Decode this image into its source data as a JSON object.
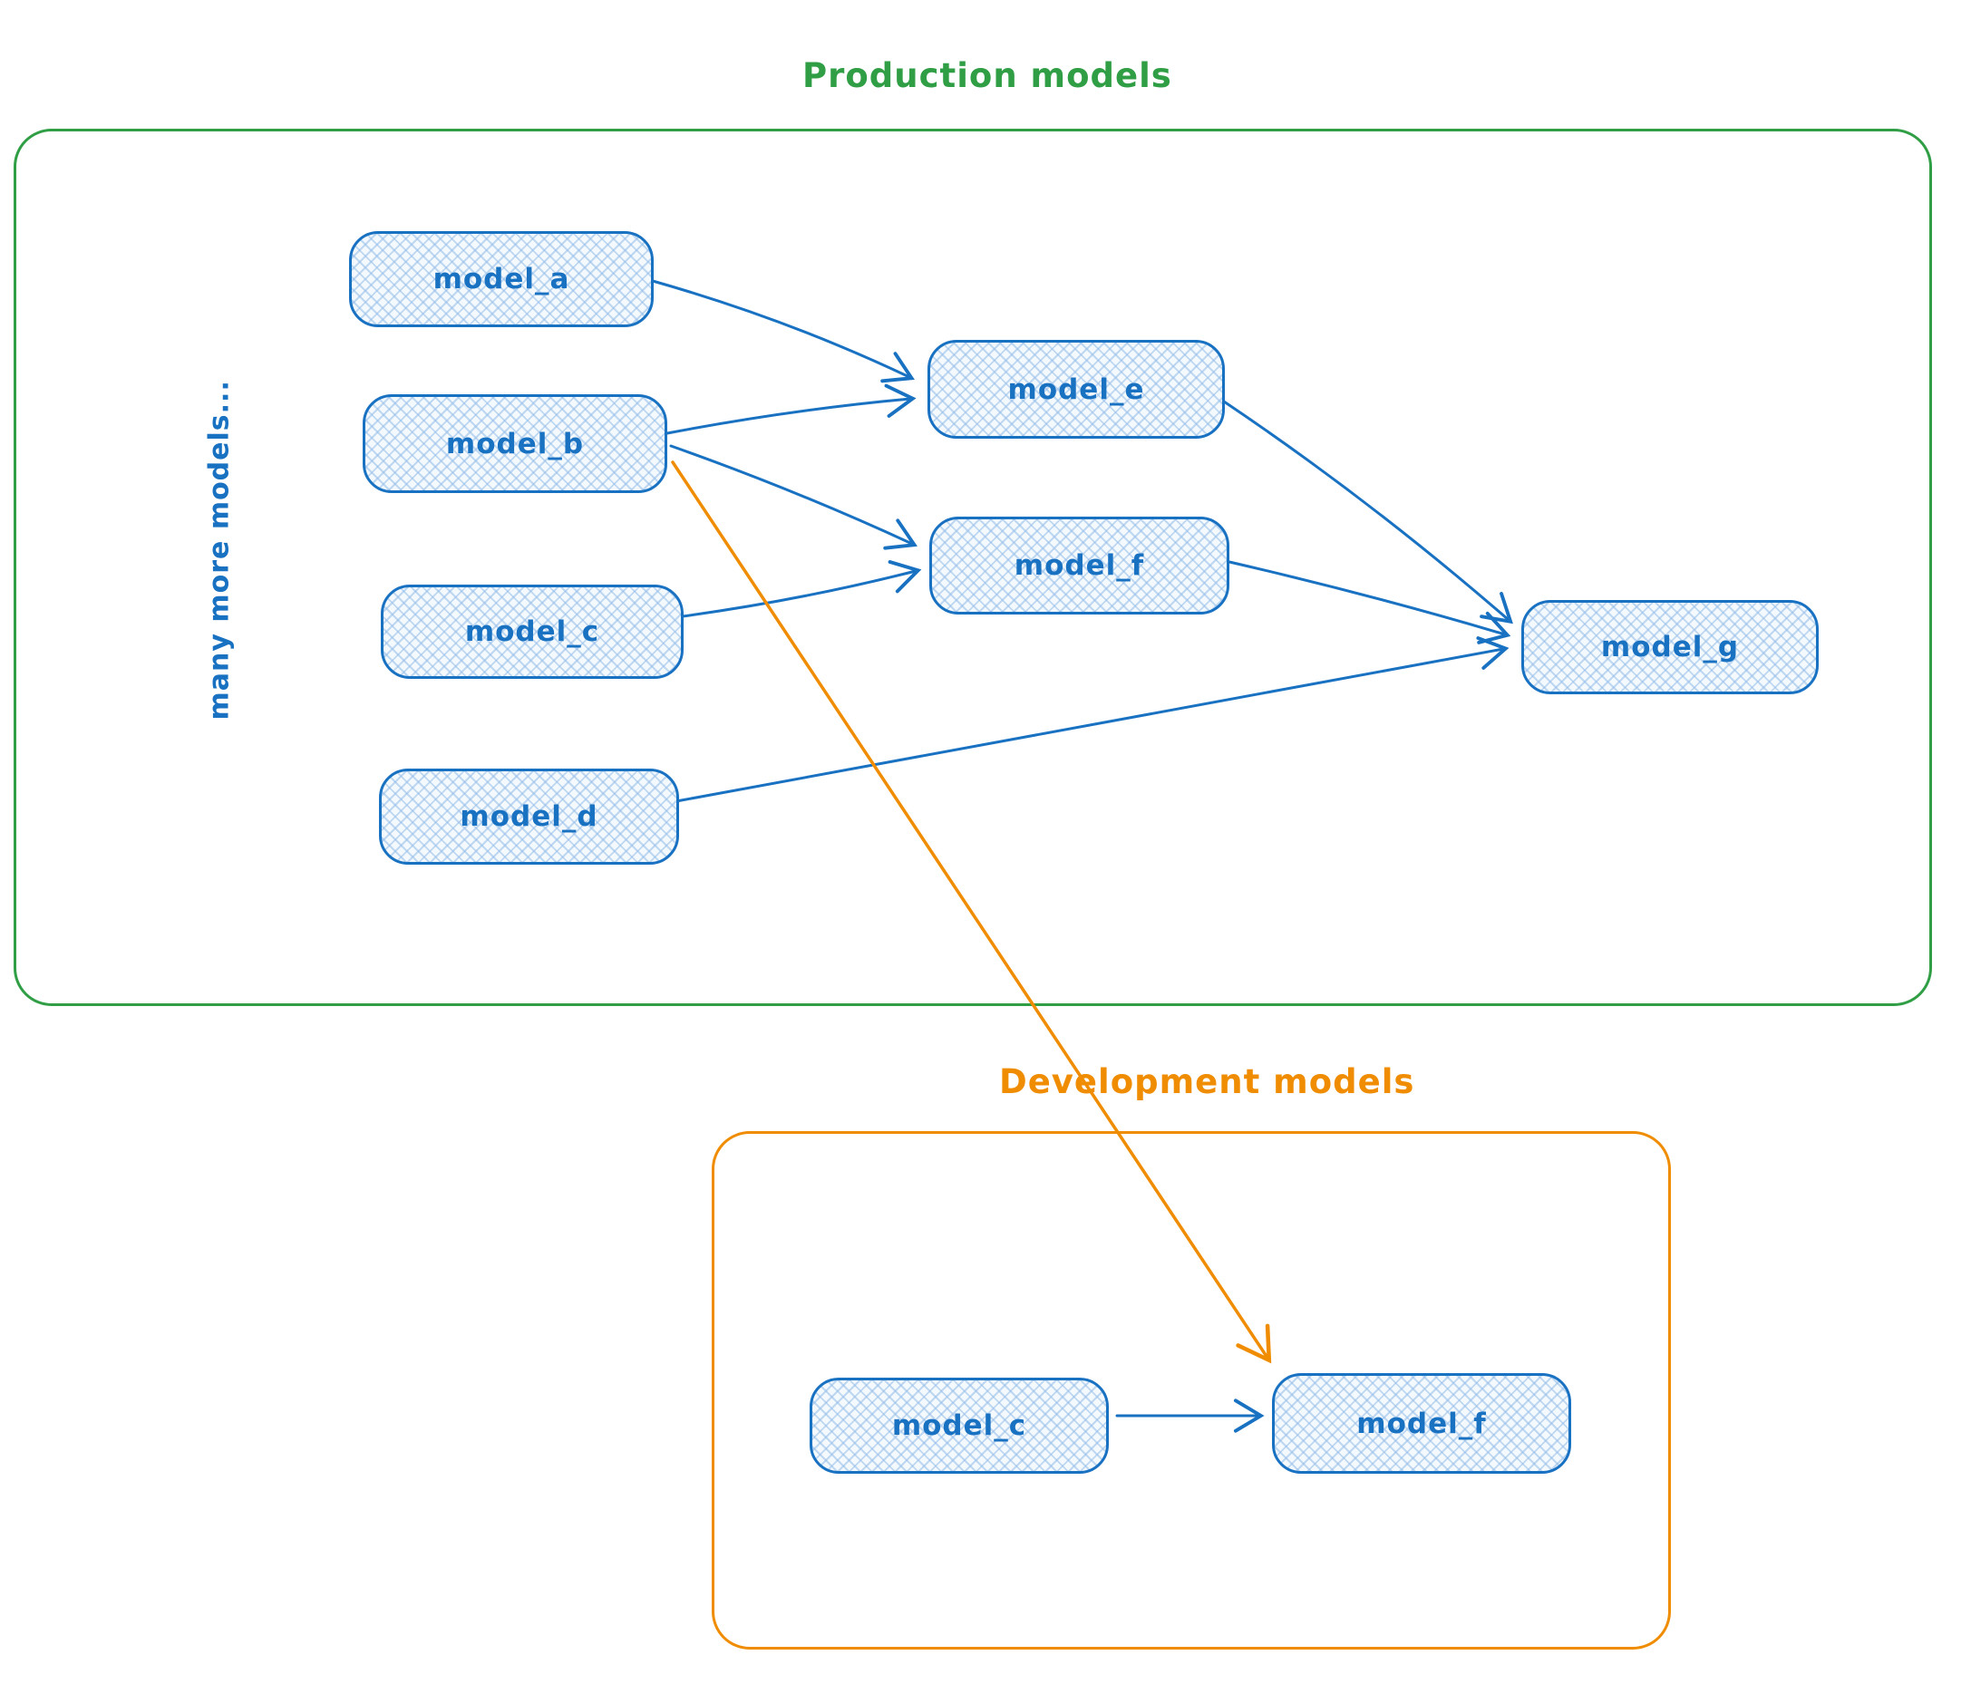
{
  "colors": {
    "node_stroke": "#1971c2",
    "node_text": "#1971c2",
    "node_hatch": "#93bce8",
    "production_green": "#2f9e44",
    "development_orange": "#f08c00",
    "arrow_blue": "#1971c2",
    "arrow_orange": "#f08c00"
  },
  "production": {
    "title": "Production models",
    "side_label": "many more models...",
    "models": [
      {
        "id": "model_a",
        "label": "model_a"
      },
      {
        "id": "model_b",
        "label": "model_b"
      },
      {
        "id": "model_c",
        "label": "model_c"
      },
      {
        "id": "model_d",
        "label": "model_d"
      },
      {
        "id": "model_e",
        "label": "model_e"
      },
      {
        "id": "model_f",
        "label": "model_f"
      },
      {
        "id": "model_g",
        "label": "model_g"
      }
    ]
  },
  "development": {
    "title": "Development models",
    "models": [
      {
        "id": "dev_model_c",
        "label": "model_c"
      },
      {
        "id": "dev_model_f",
        "label": "model_f"
      }
    ]
  },
  "edges": [
    {
      "from": "model_a",
      "to": "model_e",
      "color": "#1971c2"
    },
    {
      "from": "model_b",
      "to": "model_e",
      "color": "#1971c2"
    },
    {
      "from": "model_b",
      "to": "model_f",
      "color": "#1971c2"
    },
    {
      "from": "model_c",
      "to": "model_f",
      "color": "#1971c2"
    },
    {
      "from": "model_e",
      "to": "model_g",
      "color": "#1971c2"
    },
    {
      "from": "model_f",
      "to": "model_g",
      "color": "#1971c2"
    },
    {
      "from": "model_d",
      "to": "model_g",
      "color": "#1971c2"
    },
    {
      "from": "dev_model_c",
      "to": "dev_model_f",
      "color": "#1971c2"
    },
    {
      "from": "model_b",
      "to": "dev_model_f",
      "color": "#f08c00"
    }
  ]
}
